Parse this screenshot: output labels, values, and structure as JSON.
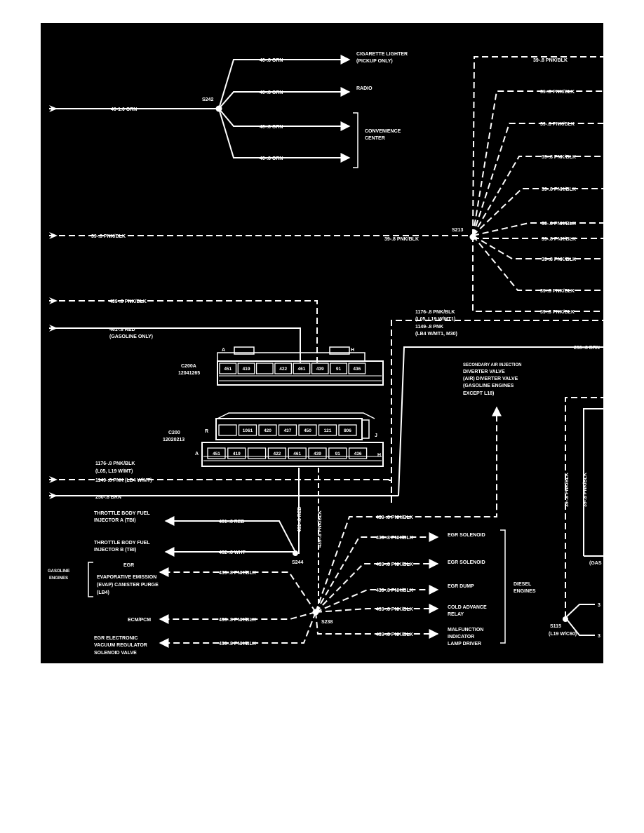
{
  "splices": {
    "s242": "S242",
    "s213": "S213",
    "s244": "S244",
    "s238": "S238",
    "s115": "S115",
    "s115_note": "(L19 W/C60)"
  },
  "wires": {
    "orn_in": "40-1.0 ORN",
    "orn": "40-.8 ORN",
    "pnk_blk_39": "39-.8 PNK/BLK",
    "pnk_blk_439": "439-.8 PNK/BLK",
    "red_461": "461-.8 RED",
    "red_461_note": "(GASOLINE ONLY)",
    "wht_462": "462-.8 WHT",
    "brn_250": "250-.8 BRN",
    "brn_250_trunc": "250-.8 BRN",
    "pnk_blk_1176": "1176-.8 PNK/BLK",
    "pnk_blk_1176_note": "(L05, L19 W/MT1)",
    "pnk_1149": "1149-.8 PNK",
    "pnk_1149_note": "(LB4 W/MT1, M30)",
    "pnk_1149_inline": "1149-.8 PNK (LB4 W/MT)",
    "pnk_blk_1176_lower_note": "(L05, L19 W/MT)"
  },
  "destinations": {
    "cig_lighter": "CIGARETTE LIGHTER",
    "cig_lighter_note": "(PICKUP ONLY)",
    "radio": "RADIO",
    "conv_center_1": "CONVENIENCE",
    "conv_center_2": "CENTER",
    "air_inj_1": "SECONDARY AIR INJECTION",
    "air_inj_2": "DIVERTER VALVE",
    "air_inj_3": "(AIR) DIVERTER VALVE",
    "air_inj_4": "(GASOLINE ENGINES",
    "air_inj_5": "EXCEPT L18)",
    "tbi_a_1": "THROTTLE BODY FUEL",
    "tbi_a_2": "INJECTOR A (TBI)",
    "tbi_b_1": "THROTTLE BODY FUEL",
    "tbi_b_2": "INJECTOR B (TBI)",
    "egr": "EGR",
    "evap_1": "EVAPORATIVE EMISSION",
    "evap_2": "(EVAP) CANISTER PURGE",
    "evap_3": "(LB4)",
    "ecm": "ECM/PCM",
    "egr_evrv_1": "EGR ELECTRONIC",
    "egr_evrv_2": "VACUUM REGULATOR",
    "egr_evrv_3": "SOLENOID VALVE",
    "egr_sol_1": "EGR SOLENOID",
    "egr_sol_2": "EGR SOLENOID",
    "egr_dump": "EGR DUMP",
    "cold_adv_1": "COLD ADVANCE",
    "cold_adv_2": "RELAY",
    "mil_1": "MALFUNCTION",
    "mil_2": "INDICATOR",
    "mil_3": "LAMP DRIVER"
  },
  "groups": {
    "gasoline_1": "GASOLINE",
    "gasoline_2": "ENGINES",
    "diesel_1": "DIESEL",
    "diesel_2": "ENGINES",
    "gas_trunc": "(GAS"
  },
  "connectors": {
    "c200a": {
      "name": "C200A",
      "part": "12041265",
      "end_a": "A",
      "end_h": "H",
      "pins": [
        "451",
        "419",
        "",
        "422",
        "461",
        "439",
        "91",
        "436"
      ]
    },
    "c200": {
      "name": "C200",
      "part": "12020213",
      "end_r": "R",
      "end_j": "J",
      "end_a": "A",
      "end_h": "H",
      "pins_top": [
        "",
        "1061",
        "420",
        "437",
        "450",
        "121",
        "806"
      ],
      "pins_bottom": [
        "451",
        "419",
        "",
        "422",
        "461",
        "439",
        "91",
        "436"
      ]
    }
  },
  "trunc": {
    "t3_a": "3",
    "t3_b": "3"
  }
}
